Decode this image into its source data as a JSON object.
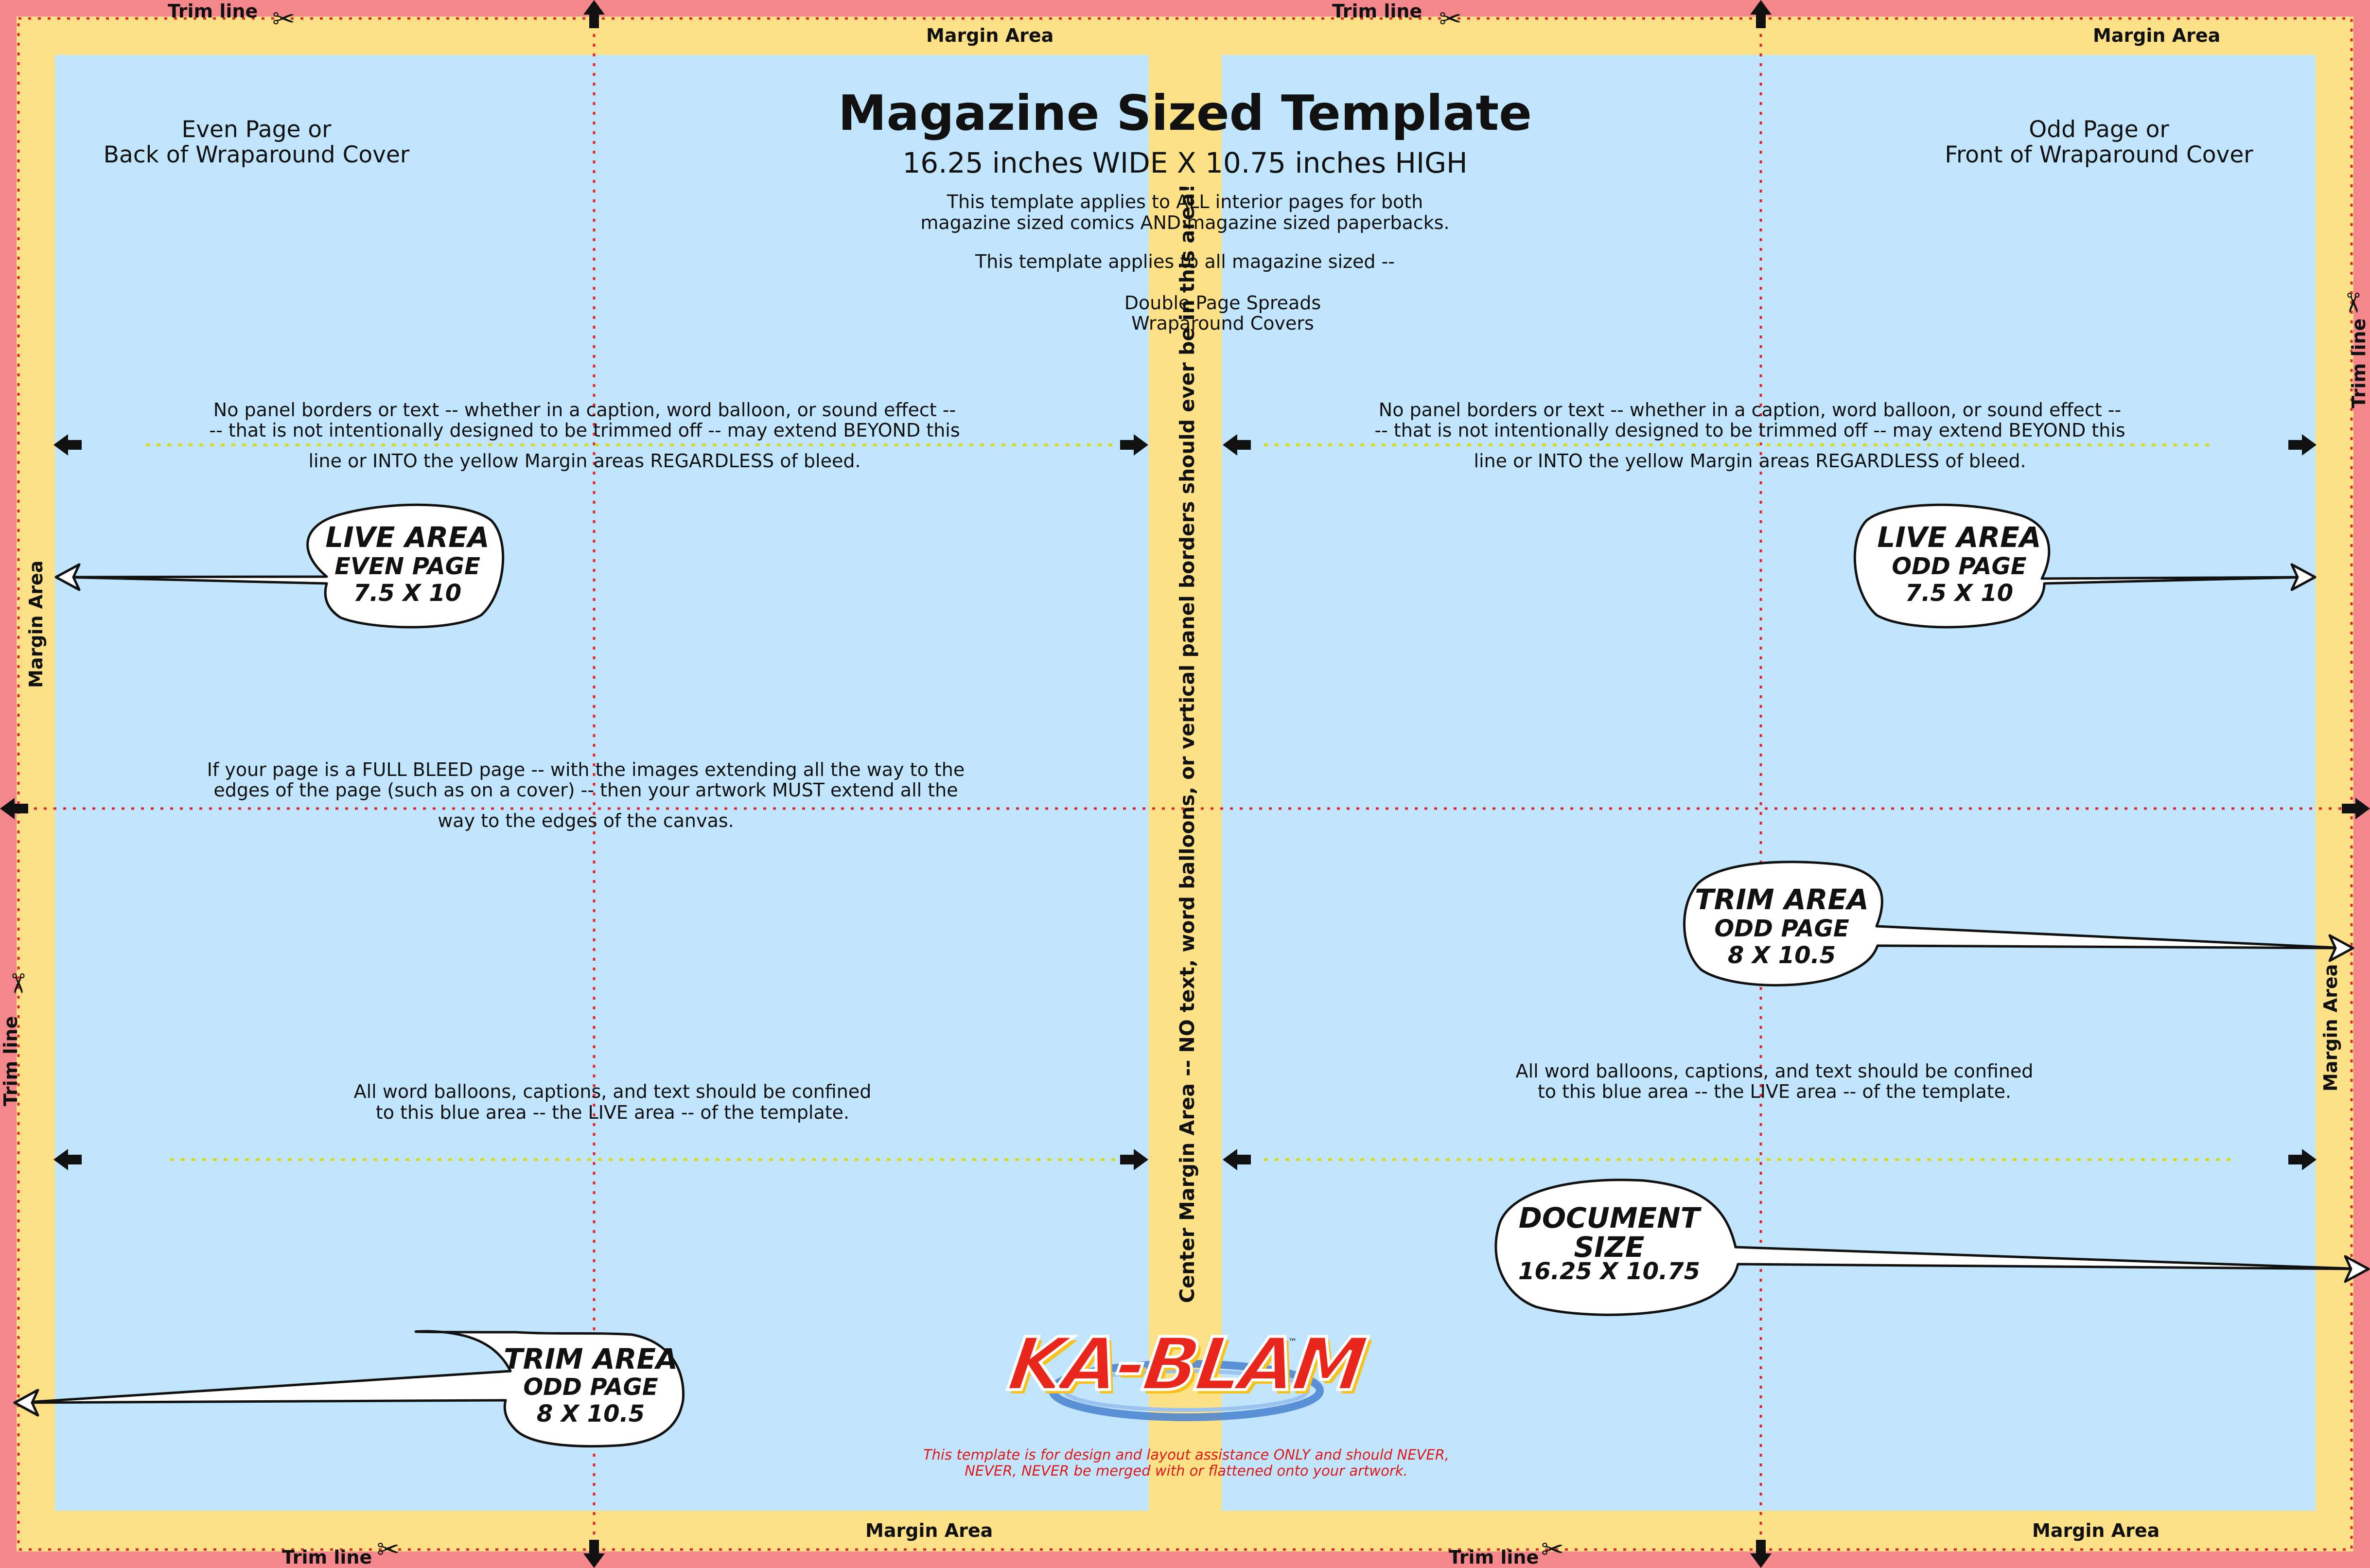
{
  "labels": {
    "trim_line": "Trim line",
    "margin_area": "Margin Area",
    "center_margin": "Center Margin Area -- NO text, word balloons, or vertical panel borders should ever be in this area!"
  },
  "header": {
    "title": "Magazine Sized Template",
    "subtitle": "16.25 inches WIDE X 10.75 inches HIGH",
    "applies_line1": "This template applies to ALL interior pages for both",
    "applies_line2": "magazine sized comics AND magazine sized paperbacks.",
    "applies_to": "This template applies to all magazine sized --",
    "spreads": "Double Page Spreads",
    "covers": "Wraparound Covers"
  },
  "pages": {
    "even_line1": "Even Page or",
    "even_line2": "Back of Wraparound Cover",
    "odd_line1": "Odd Page or",
    "odd_line2": "Front of Wraparound Cover"
  },
  "notes": {
    "no_panel_1": "No panel borders or text -- whether in a caption, word balloon, or sound effect --",
    "no_panel_2": "-- that is not intentionally designed to be trimmed off -- may extend BEYOND this",
    "no_panel_3": "line or INTO the yellow Margin areas REGARDLESS of bleed.",
    "bleed_1": "If your page is a FULL BLEED page -- with the images extending all the way to the",
    "bleed_2": "edges of the page (such as on a cover) -- then your artwork MUST extend all the",
    "bleed_3": "way to the edges of the canvas.",
    "confine_1": "All word balloons, captions, and text should be confined",
    "confine_2": "to this blue area -- the LIVE area -- of the template."
  },
  "balloons": {
    "live_even": [
      "LIVE AREA",
      "EVEN PAGE",
      "7.5 X 10"
    ],
    "live_odd": [
      "LIVE AREA",
      "ODD PAGE",
      "7.5 X 10"
    ],
    "trim_odd_right": [
      "TRIM AREA",
      "ODD PAGE",
      "8 X 10.5"
    ],
    "trim_odd_left": [
      "TRIM AREA",
      "ODD PAGE",
      "8 X 10.5"
    ],
    "document": [
      "DOCUMENT",
      "SIZE",
      "16.25 X 10.75"
    ]
  },
  "logo": {
    "text": "KA-BLAM",
    "tm": "™"
  },
  "disclaimer": {
    "line1": "This template is for design and layout assistance ONLY and should NEVER,",
    "line2": "NEVER, NEVER be merged with or flattened onto your artwork."
  },
  "icons": {
    "scissors": "scissors-icon",
    "arrow": "arrow-icon"
  },
  "colors": {
    "bleed": "#f4878b",
    "margin": "#fde186",
    "live": "#c1e5fc",
    "guide_red": "#e0262c",
    "guide_yellow": "#d8d82a",
    "disclaimer": "#e01818"
  }
}
